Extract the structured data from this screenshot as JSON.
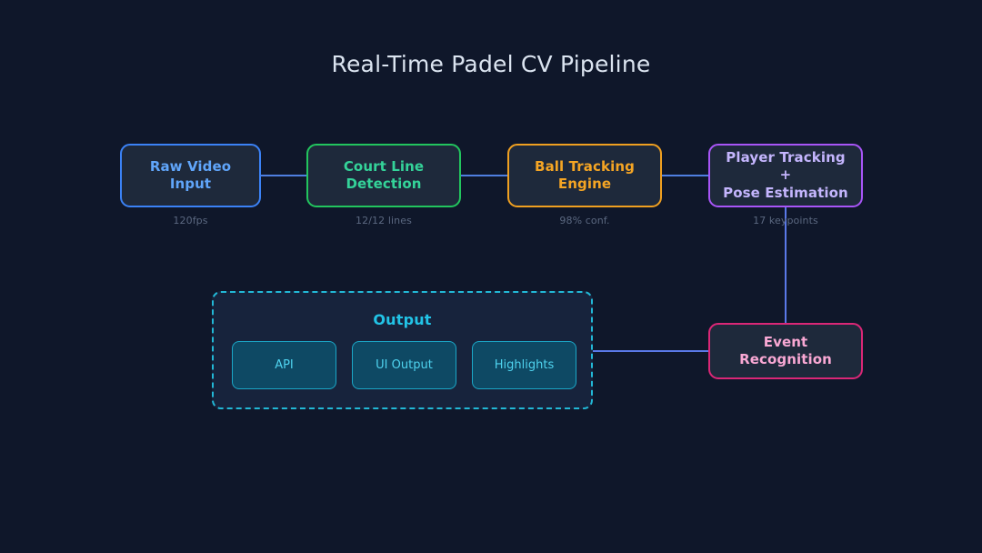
{
  "title": "Real-Time Padel CV Pipeline",
  "colors": {
    "background": "#0f172a",
    "node_fill": "#1e293b",
    "connector": "#4f7fe0",
    "raw_video": "#3b82f6",
    "court_line": "#22c55e",
    "ball_tracking": "#f0a020",
    "player_tracking": "#a855f7",
    "event_recognition": "#db2777",
    "output_accent": "#22b8d6"
  },
  "pipeline": {
    "nodes": [
      {
        "id": "raw-video",
        "label": "Raw Video\nInput",
        "line1": "Raw Video",
        "line2": "Input",
        "caption": "120fps"
      },
      {
        "id": "court-line",
        "label": "Court Line\nDetection",
        "line1": "Court Line",
        "line2": "Detection",
        "caption": "12/12 lines"
      },
      {
        "id": "ball-tracking",
        "label": "Ball Tracking\nEngine",
        "line1": "Ball Tracking",
        "line2": "Engine",
        "caption": "98% conf."
      },
      {
        "id": "player-tracking",
        "label": "Player Tracking +\nPose Estimation",
        "line1": "Player Tracking +",
        "line2": "Pose Estimation",
        "caption": "17 keypoints"
      }
    ],
    "event_node": {
      "id": "event-recognition",
      "line1": "Event",
      "line2": "Recognition"
    }
  },
  "output": {
    "title": "Output",
    "boxes": [
      {
        "id": "api",
        "label": "API"
      },
      {
        "id": "ui-output",
        "label": "UI Output"
      },
      {
        "id": "highlights",
        "label": "Highlights"
      }
    ]
  }
}
